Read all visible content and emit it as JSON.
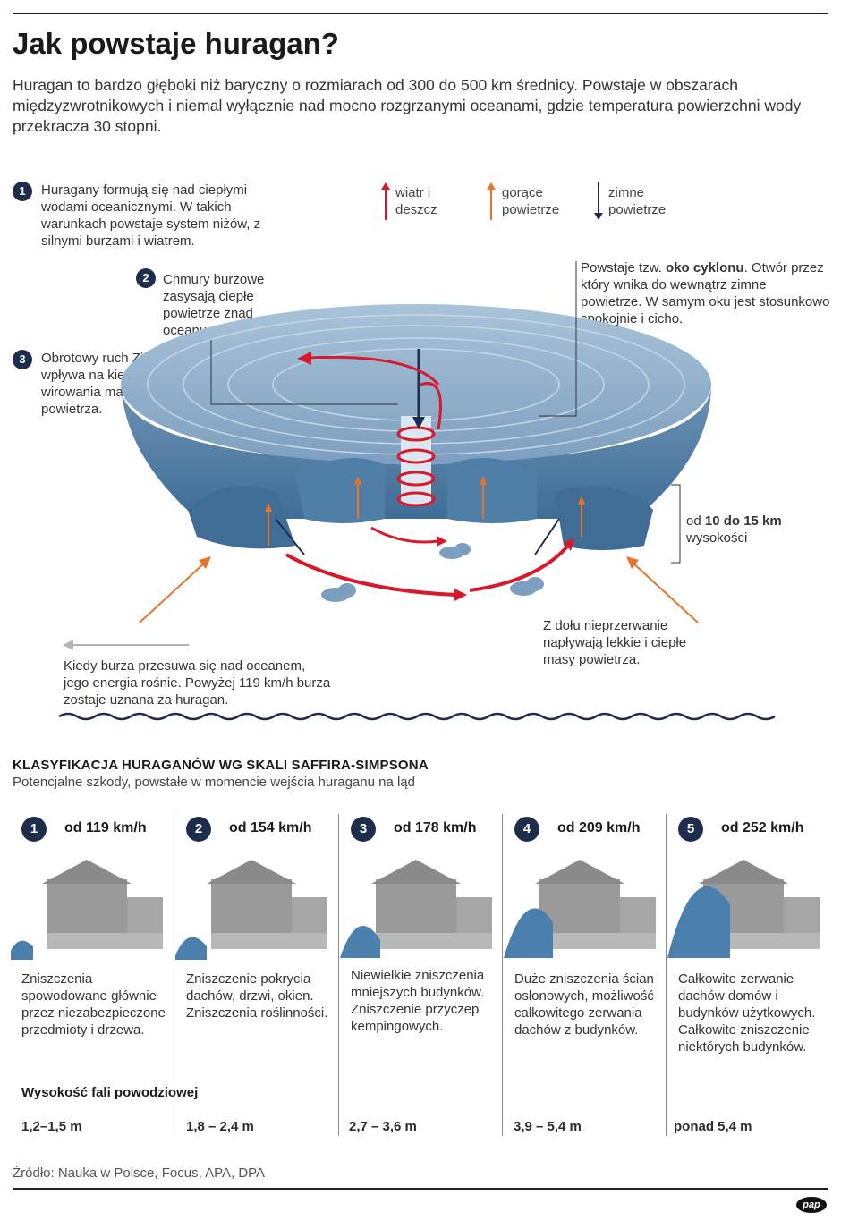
{
  "title": "Jak powstaje huragan?",
  "intro": "Huragan to bardzo głęboki niż baryczny o rozmiarach od 300 do 500 km średnicy. Powstaje w obszarach międzyzwrotnikowych i niemal wyłącznie nad mocno rozgrzanymi oceanami, gdzie temperatura powierzchni wody przekracza 30 stopni.",
  "steps": [
    {
      "num": "1",
      "text": "Huragany formują się nad ciepłymi wodami oceanicznymi. W takich warunkach powstaje system niżów, z silnymi burzami i wiatrem."
    },
    {
      "num": "2",
      "text": "Chmury burzowe zasysają ciepłe powietrze znad oceanu."
    },
    {
      "num": "3",
      "text": "Obrotowy ruch Ziemi wpływa na kierunek wirowania mas powietrza."
    }
  ],
  "legend": [
    {
      "label": "wiatr i deszcz",
      "color": "#d7192b"
    },
    {
      "label": "gorące powietrze",
      "color": "#e8742a"
    },
    {
      "label": "zimne powietrze",
      "color": "#1f2d4d"
    }
  ],
  "eye": {
    "prefix": "Powstaje tzw.",
    "bold": "oko cyklonu",
    "suffix": ". Otwór przez który wnika do wewnątrz zimne powietrze. W samym oku jest stosunkowo spokojnie i cicho."
  },
  "height": {
    "prefix": "od",
    "bold": "10 do 15 km",
    "suffix": "wysokości"
  },
  "bottom_right": "Z dołu nieprzerwanie napływają lekkie i ciepłe masy powietrza.",
  "bottom_left": "Kiedy burza przesuwa się nad oceanem, jego energia rośnie. Powyżej 119 km/h burza zostaje uznana za huragan.",
  "classification": {
    "title": "KLASYFIKACJA HURAGANÓW WG SKALI SAFFIRA-SIMPSONA",
    "subtitle": "Potencjalne szkody, powstałe w momencie wejścia huraganu na ląd",
    "wave_label": "Wysokość fali powodziowej",
    "categories": [
      {
        "num": "1",
        "speed": "od 119 km/h",
        "desc": "Zniszczenia spowodowane głównie przez niezabezpieczone przedmioty i drzewa.",
        "wave": "1,2–1,5 m"
      },
      {
        "num": "2",
        "speed": "od 154 km/h",
        "desc": "Zniszczenie pokrycia dachów, drzwi, okien. Zniszczenia roślinności.",
        "wave": "1,8 – 2,4 m"
      },
      {
        "num": "3",
        "speed": "od 178 km/h",
        "desc": "Niewielkie zniszczenia mniejszych budynków. Zniszczenie przyczep kempingowych.",
        "wave": "2,7 – 3,6 m"
      },
      {
        "num": "4",
        "speed": "od 209 km/h",
        "desc": "Duże zniszczenia ścian osłonowych, możliwość całkowitego zerwania dachów z budynków.",
        "wave": "3,9 – 5,4 m"
      },
      {
        "num": "5",
        "speed": "od 252 km/h",
        "desc": "Całkowite zerwanie dachów domów i budynków użytkowych. Całkowite zniszczenie niektórych budynków.",
        "wave": "ponad 5,4 m"
      }
    ]
  },
  "source": "Źródło: Nauka w Polsce, Focus, APA, DPA",
  "logo": "pap"
}
